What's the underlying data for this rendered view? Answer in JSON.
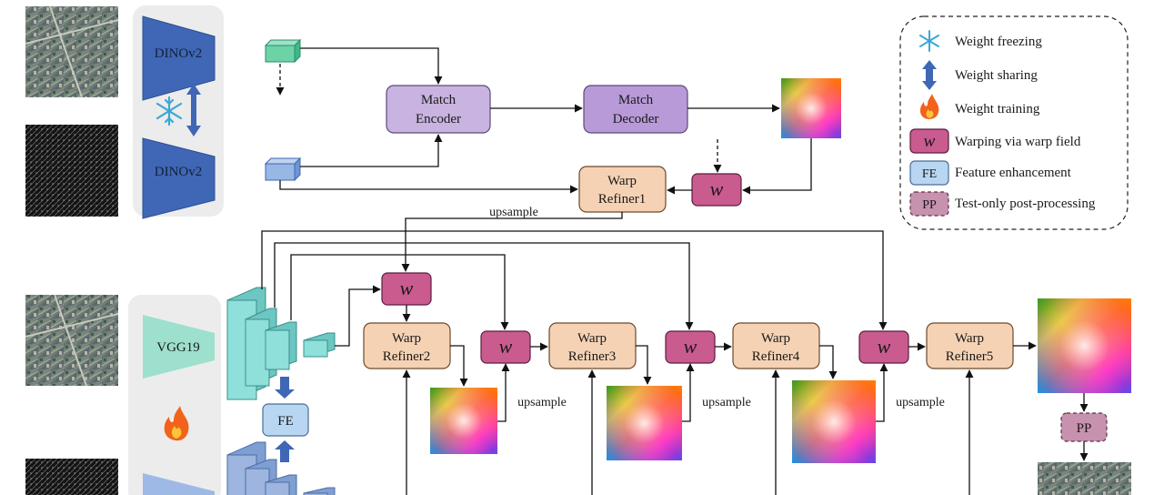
{
  "encoders": {
    "top_backbone": "DINOv2",
    "bottom_backbone": "DINOv2",
    "coarse_backbone": "VGG19",
    "fe_label": "FE"
  },
  "match": {
    "encoder": [
      "Match",
      "Encoder"
    ],
    "decoder": [
      "Match",
      "Decoder"
    ]
  },
  "refiners": {
    "r1": [
      "Warp",
      "Refiner1"
    ],
    "r2": [
      "Warp",
      "Refiner2"
    ],
    "r3": [
      "Warp",
      "Refiner3"
    ],
    "r4": [
      "Warp",
      "Refiner4"
    ],
    "r5": [
      "Warp",
      "Refiner5"
    ]
  },
  "warp_symbol": "w",
  "labels": {
    "upsample": "upsample",
    "pp": "PP"
  },
  "legend": {
    "items": [
      {
        "icon": "snowflake-icon",
        "text": "Weight freezing"
      },
      {
        "icon": "double-arrow-icon",
        "text": "Weight sharing"
      },
      {
        "icon": "flame-icon",
        "text": "Weight training"
      },
      {
        "icon": "warp-box-icon",
        "text": "Warping via warp field",
        "symbol": "w"
      },
      {
        "icon": "fe-box-icon",
        "text": "Feature enhancement",
        "symbol": "FE"
      },
      {
        "icon": "pp-box-icon",
        "text": "Test-only post-processing",
        "symbol": "PP"
      }
    ]
  },
  "colors": {
    "dinov2": "#3f67b5",
    "vgg": "#9de0cd",
    "vgg_blue": "#9fb9e6",
    "match_box": "#c9b3e0",
    "refiner_box": "#f6d2b4",
    "warp_box": "#c95b8f",
    "fe_box": "#b8d6f1",
    "pp_box": "#c792ad",
    "feature_teal": "#7fd7d2",
    "feature_blue": "#9db5df"
  }
}
